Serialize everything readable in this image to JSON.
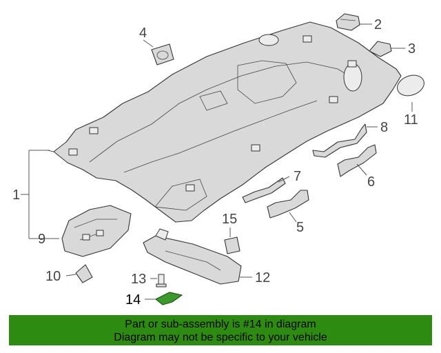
{
  "callouts": [
    {
      "id": "1",
      "label": "1"
    },
    {
      "id": "2",
      "label": "2"
    },
    {
      "id": "3",
      "label": "3"
    },
    {
      "id": "4",
      "label": "4"
    },
    {
      "id": "5",
      "label": "5"
    },
    {
      "id": "6",
      "label": "6"
    },
    {
      "id": "7",
      "label": "7"
    },
    {
      "id": "8",
      "label": "8"
    },
    {
      "id": "9",
      "label": "9"
    },
    {
      "id": "10",
      "label": "10"
    },
    {
      "id": "11",
      "label": "11"
    },
    {
      "id": "12",
      "label": "12"
    },
    {
      "id": "13",
      "label": "13"
    },
    {
      "id": "14",
      "label": "14"
    },
    {
      "id": "15",
      "label": "15"
    }
  ],
  "highlight_part": "14",
  "colors": {
    "highlight": "#3c9a2c",
    "banner": "#2e8b12"
  },
  "banner": {
    "line1": "Part or sub-assembly is #14 in diagram",
    "line2": "Diagram may not be specific to your vehicle"
  }
}
